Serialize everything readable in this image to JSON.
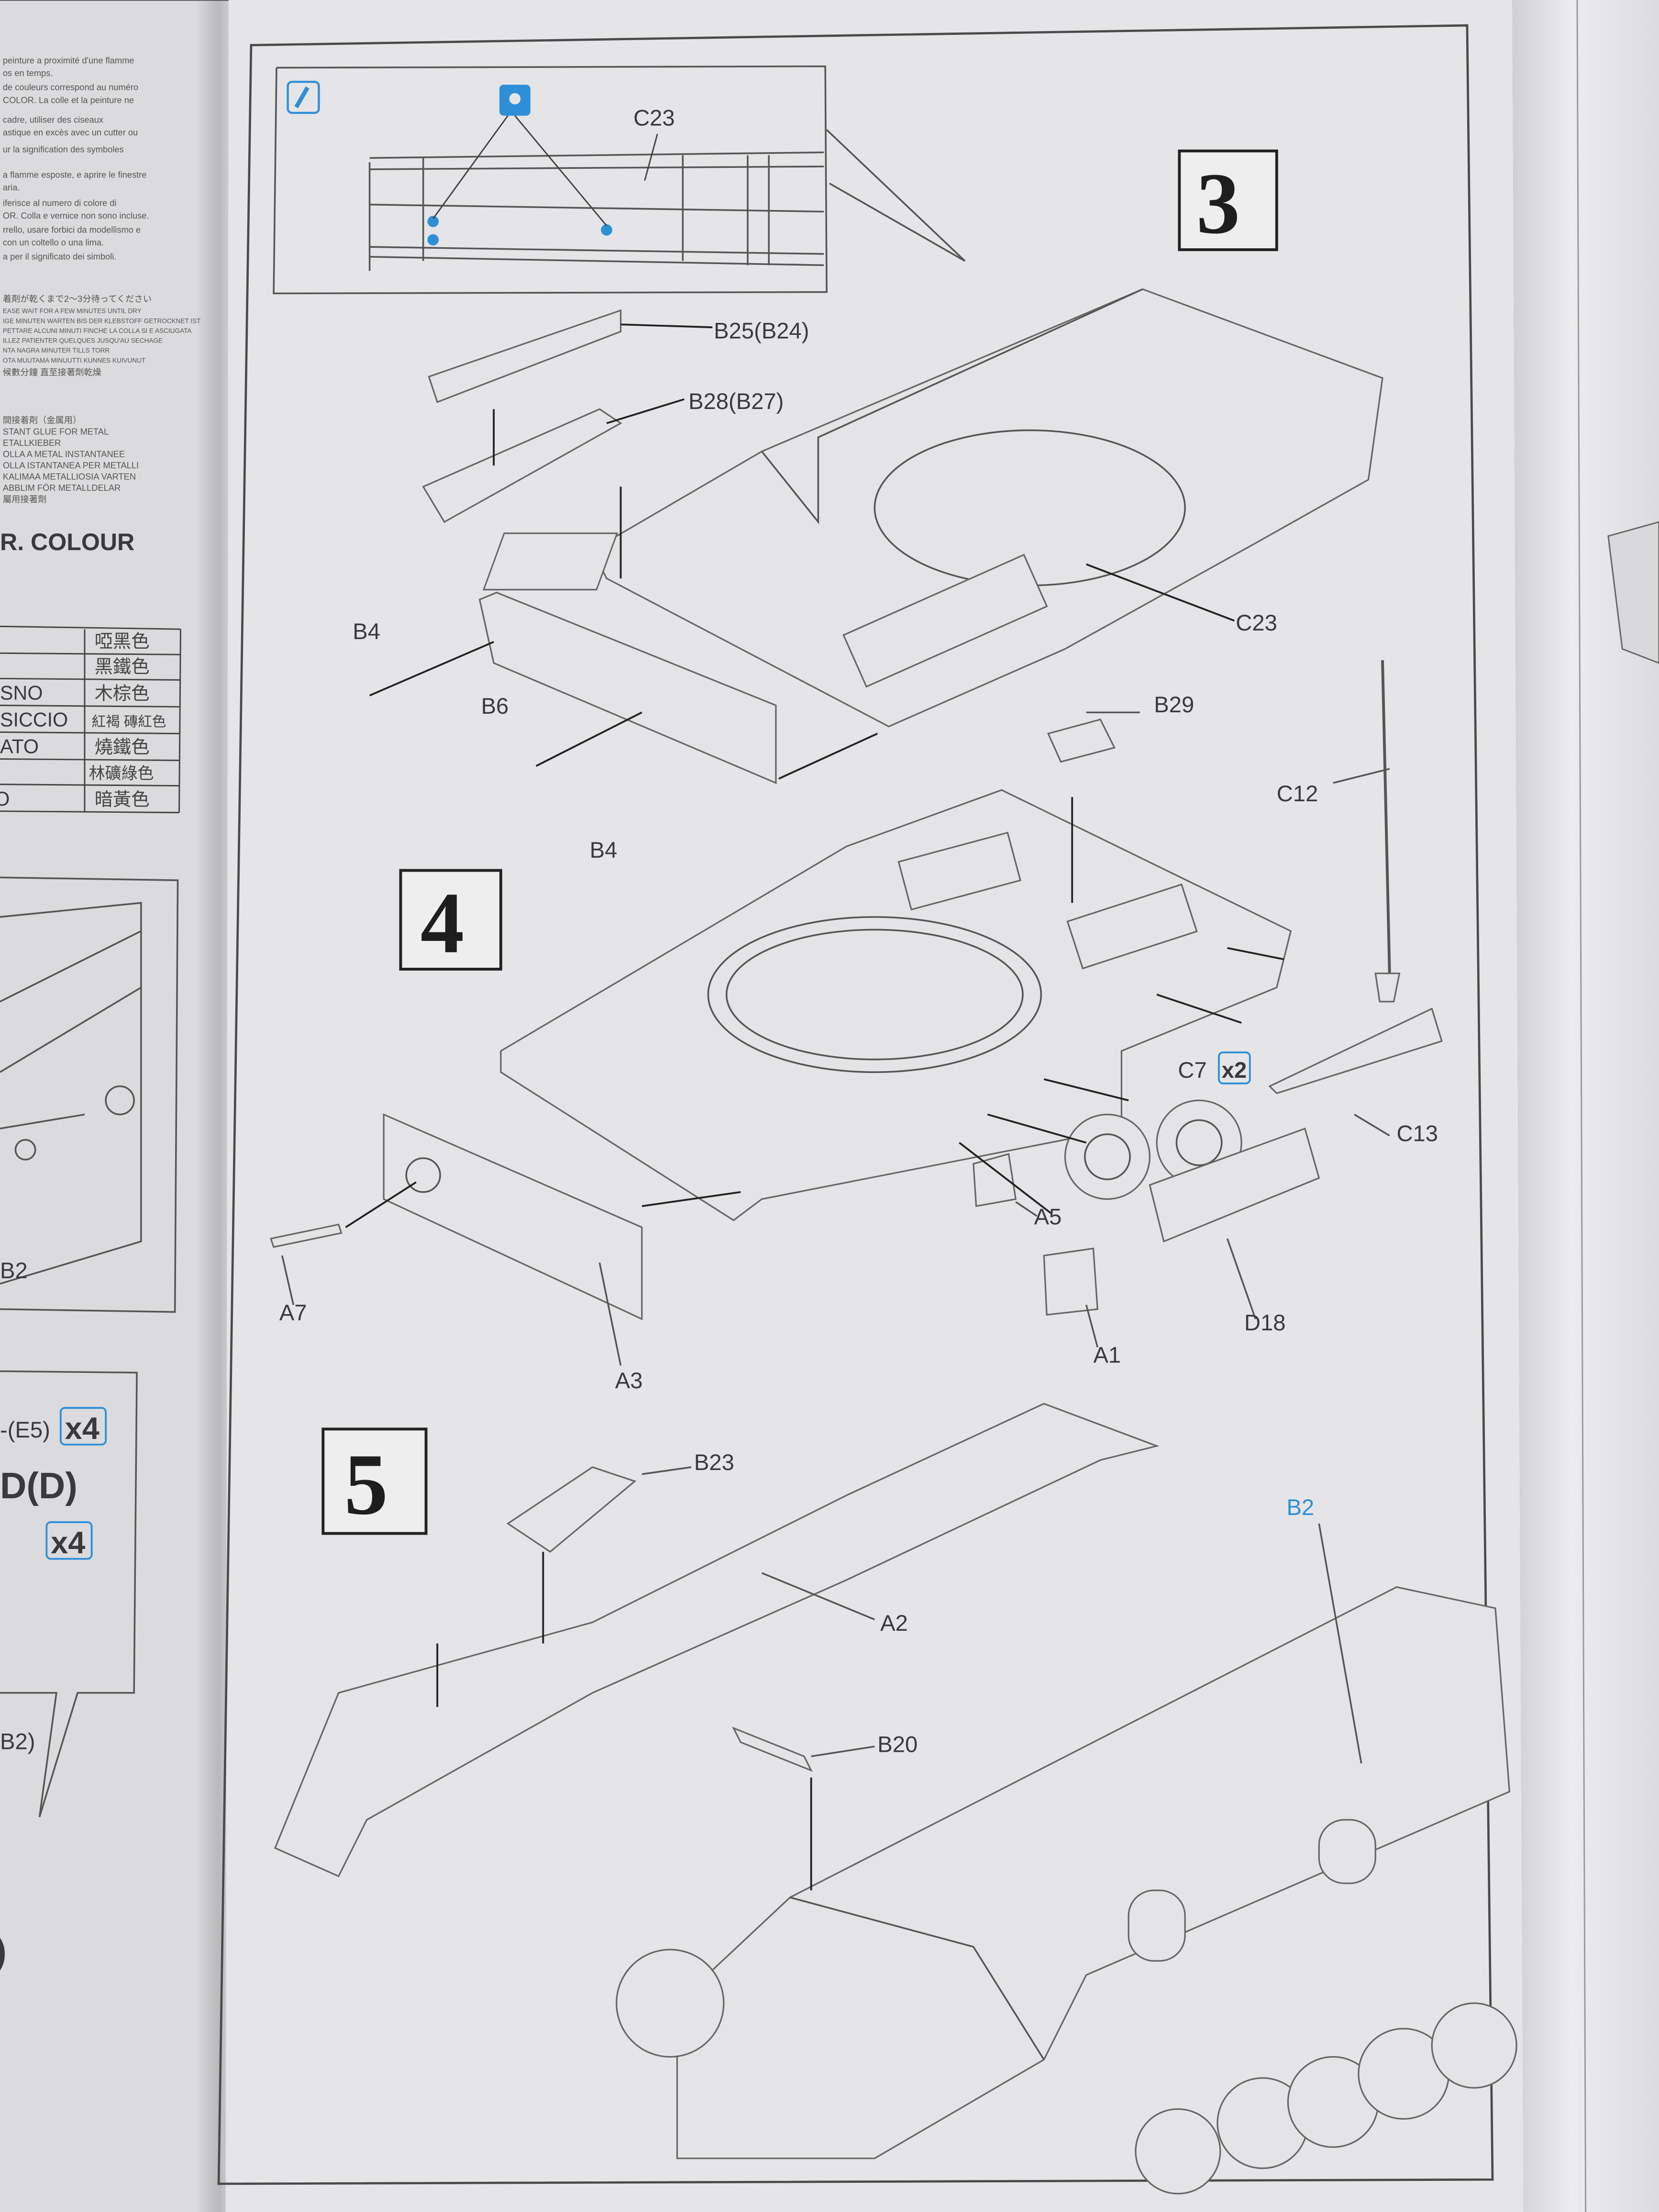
{
  "left_page": {
    "instructions": [
      "peinture a proximité d'une flamme",
      "os en temps.",
      "de couleurs correspond au numéro",
      "COLOR. La colle et la peinture ne",
      "cadre, utiliser des ciseaux",
      "astique en excès avec un cutter ou",
      "ur la signification des symboles",
      "a flamme esposte, e aprire le finestre",
      "aria.",
      "iferisce al numero di colore di",
      "OR. Colla e vernice non sono incluse.",
      "rrello, usare forbici da modellismo e",
      "con un coltello o una lima.",
      "a per il significato dei simboli."
    ],
    "glue_notes": [
      "着剤が乾くまで2〜3分待ってください",
      "EASE WAIT FOR A FEW MINUTES UNTIL DRY",
      "IGE MINUTEN WARTEN BIS DER KLEBSTOFF GETROCKNET IST",
      "PETTARE ALCUNI MINUTI FINCHE LA COLLA SI E ASCIUGATA",
      "ILLEZ PATIENTER QUELQUES JUSQU'AU SECHAGE",
      "NTA NAGRA MINUTER TILLS TORR",
      "OTA MUUTAMA MINUUTTI KUNNES KUIVUNUT",
      "候數分鐘 直至接著劑乾燥"
    ],
    "metal_glue": [
      "間接着剤（金属用）",
      "STANT GLUE FOR METAL",
      "ETALLKIEBER",
      "OLLA A METAL INSTANTANEE",
      "OLLA ISTANTANEA PER METALLI",
      "KALIMAA METALLIOSIA VARTEN",
      "ABBLIM FÖR METALLDELAR",
      "屬用接著劑"
    ],
    "colour_heading": "R. COLOUR",
    "colour_table": [
      {
        "name": "",
        "cn": "啞黑色"
      },
      {
        "name": "",
        "cn": "黑鐵色"
      },
      {
        "name": "SNO",
        "cn": "木棕色"
      },
      {
        "name": "SICCIO",
        "cn": "紅褐 磚紅色"
      },
      {
        "name": "ATO",
        "cn": "燒鐵色"
      },
      {
        "name": "",
        "cn": "林礦綠色"
      },
      {
        "name": "O",
        "cn": "暗黃色"
      }
    ],
    "callout_label_b2": "B2",
    "callout_e5": "-(E5)",
    "callout_x4_a": "x4",
    "callout_dd": "D(D)",
    "callout_x4_b": "x4",
    "callout_b2_paren": "B2)",
    "callout_paren": ")"
  },
  "steps": [
    {
      "number": "3",
      "labels": [
        "C23",
        "B25(B24)",
        "B28(B27)",
        "B4",
        "B6",
        "C23",
        "B4"
      ]
    },
    {
      "number": "4",
      "labels": [
        "B29",
        "C12",
        "C7",
        "x2",
        "C13",
        "A5",
        "A7",
        "A3",
        "A1",
        "D18"
      ]
    },
    {
      "number": "5",
      "labels": [
        "B23",
        "A2",
        "B2",
        "B20"
      ]
    }
  ],
  "colors": {
    "accent_blue": "#2f8fd6",
    "paper": "#e5e5e8",
    "ink": "#3a3a3c"
  }
}
